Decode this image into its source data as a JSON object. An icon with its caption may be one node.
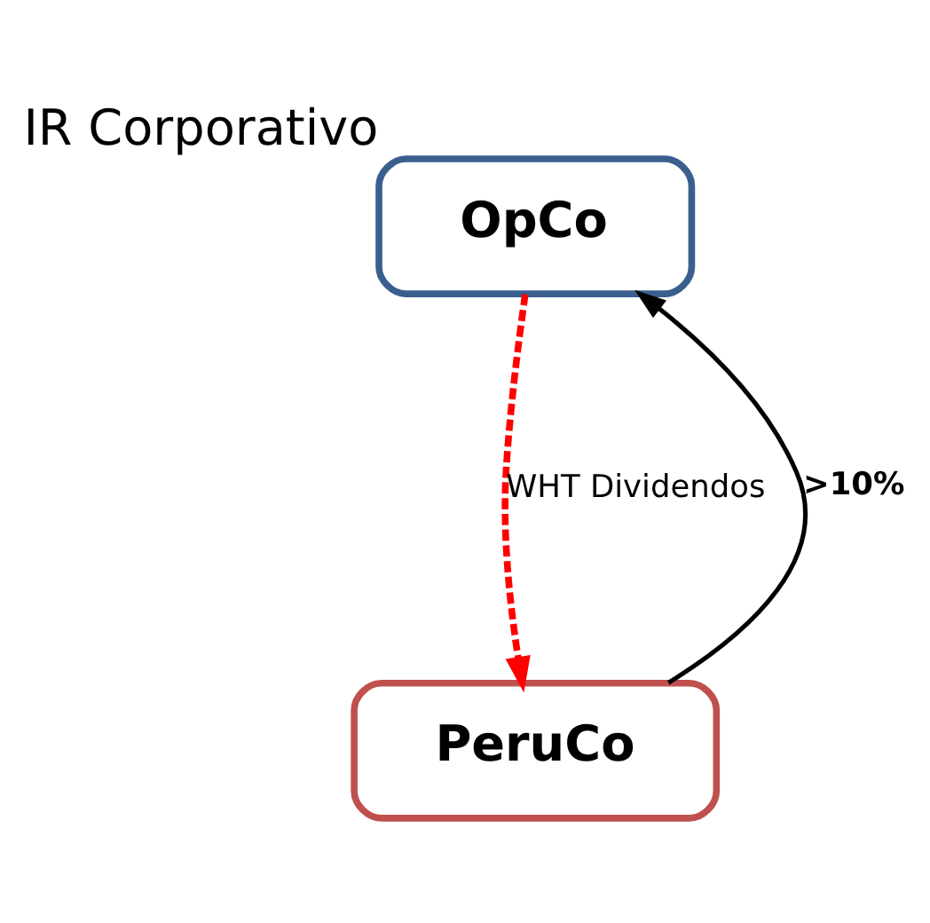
{
  "diagram": {
    "nodes": [
      {
        "text": [
          "OpCo"
        ],
        "beside": [
          "IR Corporativo"
        ]
      },
      {
        "text": [
          "PeruCo"
        ]
      }
    ],
    "edges": [
      {
        "from": 1,
        "to": 0,
        "arrow": "to",
        "label": ">10%"
      },
      {
        "from": 0,
        "to": 1,
        "arrow": "to",
        "label": "WHT Dividendos",
        "style": "dashed",
        "color": "#ff0000"
      }
    ]
  }
}
